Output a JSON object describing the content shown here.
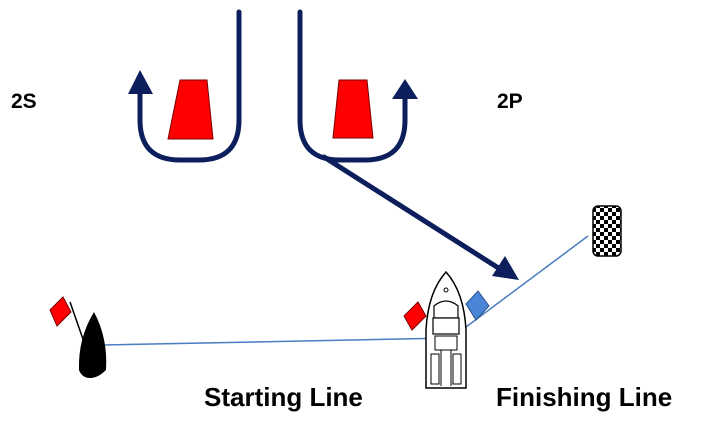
{
  "labels": {
    "left_buoy": "2S",
    "right_buoy": "2P",
    "starting_line": "Starting Line",
    "finishing_line": "Finishing Line"
  },
  "colors": {
    "path": "#0c1f5c",
    "buoy": "#ff0000",
    "line": "#4a7cc0",
    "flag_red": "#ff0000",
    "flag_blue": "#4a86d8",
    "boat": "#000000"
  },
  "icons": {
    "left_buoy": "trapezoid-buoy-icon",
    "right_buoy": "trapezoid-buoy-icon",
    "finish_marker": "checkered-buoy-icon",
    "start_boat": "black-boat-icon",
    "committee_boat": "motor-boat-icon"
  }
}
